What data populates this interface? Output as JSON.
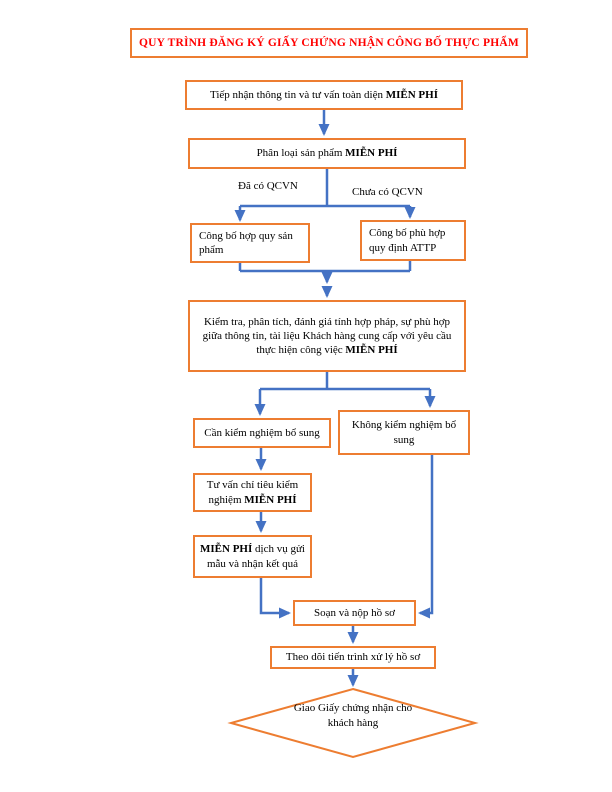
{
  "page": {
    "title": "QUY TRÌNH ĐĂNG KÝ GIẤY CHỨNG NHẬN CÔNG BỐ THỰC PHẨM"
  },
  "colors": {
    "box_border": "#ED7D31",
    "arrow": "#4472C4",
    "title_text": "#FF0000"
  },
  "branch_labels": {
    "left": "Đã có QCVN",
    "right": "Chưa có QCVN"
  },
  "nodes": {
    "receive_pre": "Tiếp nhận thông tin và tư vấn toàn diện ",
    "receive_bold": "MIỄN PHÍ",
    "classify_pre": "Phân loại sản phẩm ",
    "classify_bold": "MIỄN PHÍ",
    "conform_quy": "Công bố hợp quy sản phẩm",
    "conform_attp": "Công bố phù hợp quy định ATTP",
    "check_pre": "Kiểm tra, phân tích, đánh giá tính hợp pháp, sự phù hợp giữa thông tin, tài liệu Khách hàng cung cấp với yêu cầu thực hiện công việc ",
    "check_bold": "MIỄN PHÍ",
    "need_test": "Cần kiểm nghiệm bổ sung",
    "no_test": "Không kiểm nghiệm bổ sung",
    "advise_pre": "Tư vấn chỉ tiêu kiểm nghiệm ",
    "advise_bold": "MIỄN PHÍ",
    "service_bold": "MIỄN PHÍ",
    "service_post": " dịch vụ gửi mẫu và nhận kết quả",
    "submit": "Soạn và nộp hồ sơ",
    "track": "Theo dõi tiến trình xử lý hồ sơ",
    "deliver": "Giao Giấy chứng nhận cho khách hàng"
  }
}
